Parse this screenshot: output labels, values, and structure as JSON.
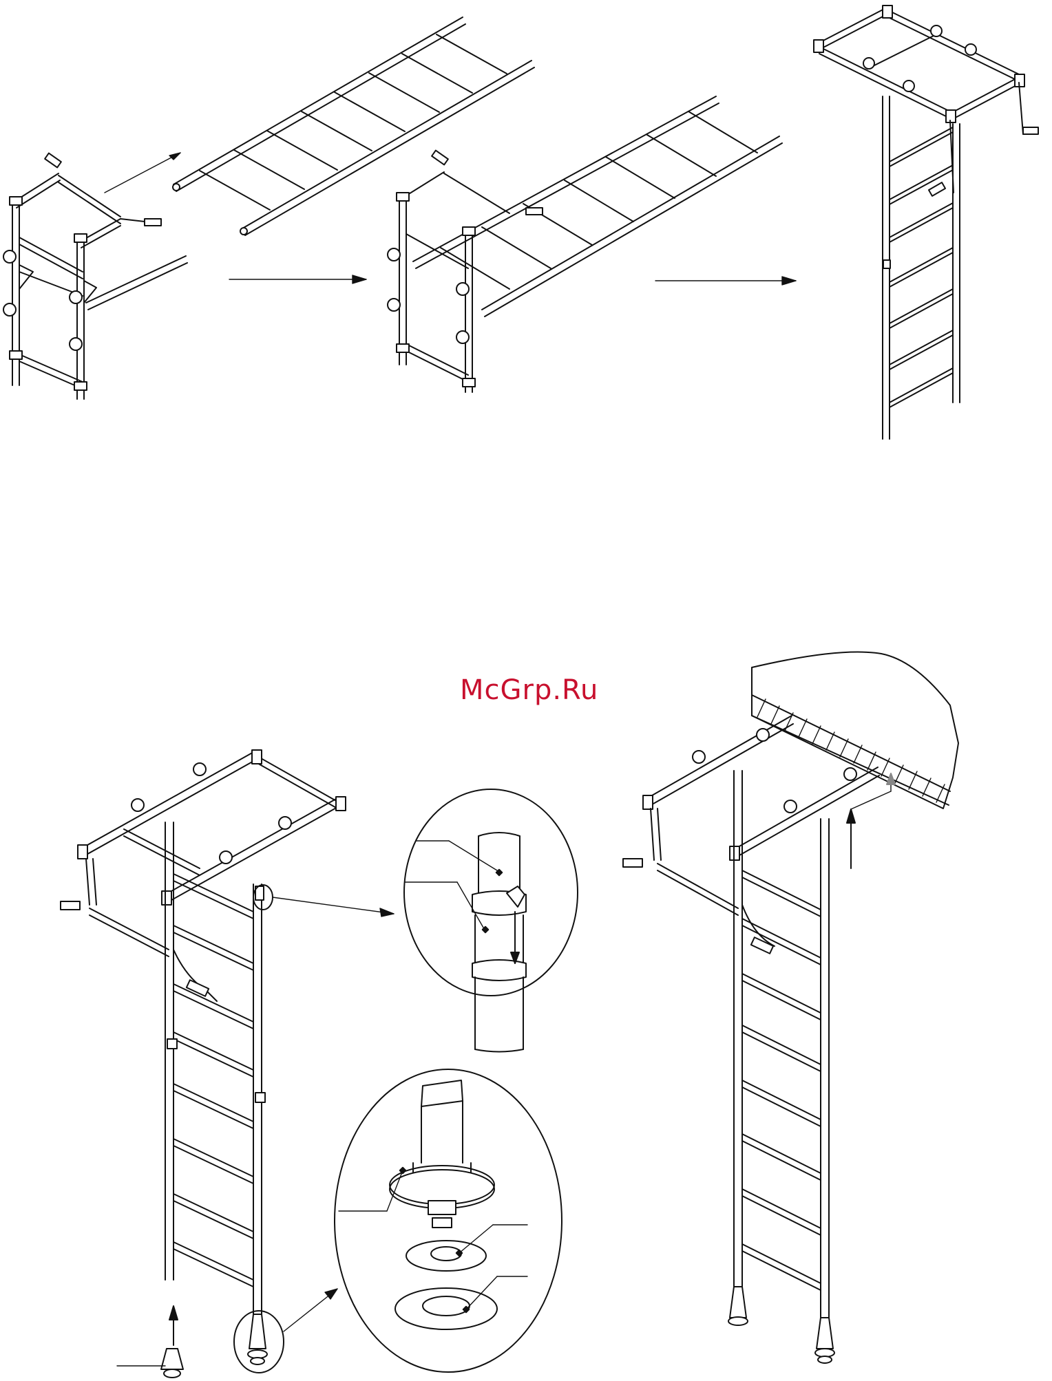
{
  "watermark": {
    "text": "McGrp.Ru",
    "color": "#c8102e"
  },
  "figures": [
    {
      "name": "top-step-1-wall-bar-frame"
    },
    {
      "name": "top-step-2-ladder-attached"
    },
    {
      "name": "top-step-3-assembled-frame"
    },
    {
      "name": "bottom-left-assembled-wall-bars"
    },
    {
      "name": "detail-top-tube-clamp"
    },
    {
      "name": "detail-bottom-foot-spacer"
    },
    {
      "name": "bottom-right-installed-to-ceiling"
    }
  ],
  "colors": {
    "ink": "#111111",
    "paper": "#ffffff",
    "hatch": "#111111"
  }
}
